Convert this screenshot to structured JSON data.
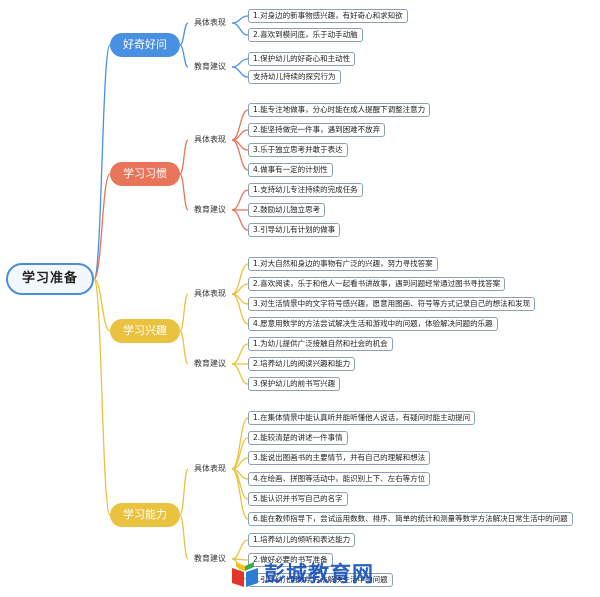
{
  "root": "学习准备",
  "colors": {
    "root_border": "#4a8fd6",
    "topic_1": "#4a90e2",
    "topic_2": "#e8745a",
    "topic_3": "#e9c23f",
    "topic_4": "#e9c23f",
    "watermark": "#1550b8"
  },
  "branches": [
    {
      "label": "好奇好问",
      "subs": [
        {
          "label": "具体表现",
          "items": [
            "1.对身边的新事物感兴趣，有好奇心和求知欲",
            "2.喜欢到模问底，乐于动手动脑"
          ]
        },
        {
          "label": "教育建议",
          "items": [
            "1.保护幼儿的好奇心和主动性",
            "支持幼儿持续的探究行为"
          ]
        }
      ]
    },
    {
      "label": "学习习惯",
      "subs": [
        {
          "label": "具体表现",
          "items": [
            "1.能专注地做事，分心时能在成人提醒下调整注意力",
            "2.能坚持做完一件事，遇到困难不放弃",
            "3.乐于独立思考并敢于表达",
            "4.做事有一定的计划性"
          ]
        },
        {
          "label": "教育建议",
          "items": [
            "1.支持幼儿专注持续的完成任务",
            "2.鼓励幼儿独立思考",
            "3.引导幼儿有计划的做事"
          ]
        }
      ]
    },
    {
      "label": "学习兴趣",
      "subs": [
        {
          "label": "具体表现",
          "items": [
            "1.对大自然和身边的事物有广泛的兴趣，努力寻找答案",
            "2.喜欢阅读，乐于和他人一起看书讲故事，遇到问题经常通过图书寻找答案",
            "3.对生活情景中的文字符号感兴趣，愿意用图画、符号等方式记录自己的想法和发现",
            "4.愿意用数学的方法尝试解决生活和游戏中的问题，体验解决问题的乐趣"
          ]
        },
        {
          "label": "教育建议",
          "items": [
            "1.为幼儿提供广泛接触自然和社会的机会",
            "2.培养幼儿的阅读兴趣和能力",
            "3.保护幼儿的前书写兴趣"
          ]
        }
      ]
    },
    {
      "label": "学习能力",
      "subs": [
        {
          "label": "具体表现",
          "items": [
            "1.在集体情景中能认真听并能听懂他人说话，有疑问时能主动提问",
            "2.能较清楚的讲述一件事情",
            "3.能说出图画书的主要情节，并有自己的理解和想法",
            "4.在绘画、拼图等活动中，能识别上下、左右等方位",
            "5.能认识并书写自己的名字",
            "6.能在教师指导下，尝试运用数数、排序、简单的统计和测量等数学方法解决日常生活中的问题"
          ]
        },
        {
          "label": "教育建议",
          "items": [
            "1.培养幼儿的倾听和表达能力",
            "2.做好必要的书写准备",
            "3.引导幼儿用数学方法解决生活中的问题"
          ]
        }
      ]
    }
  ],
  "watermark": {
    "text": "彭城教育网"
  }
}
